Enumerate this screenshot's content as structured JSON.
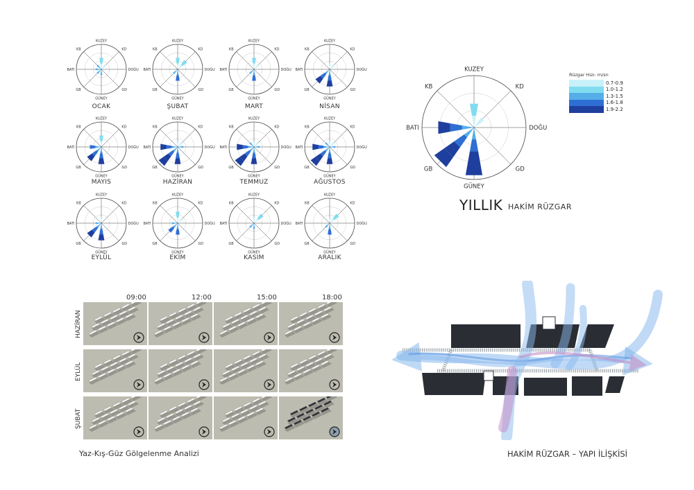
{
  "rose_labels": {
    "n": "KUZEY",
    "ne": "KD",
    "e": "DOĞU",
    "se": "GD",
    "s": "GÜNEY",
    "sw": "GB",
    "w": "BATI",
    "nw": "KB"
  },
  "months": [
    {
      "name": "OCAK",
      "petals": [
        2,
        1,
        0,
        0,
        1,
        1,
        1,
        1
      ]
    },
    {
      "name": "ŞUBAT",
      "petals": [
        2,
        2,
        0,
        0,
        2,
        1,
        0,
        0
      ]
    },
    {
      "name": "MART",
      "petals": [
        2,
        1,
        0,
        0,
        2,
        1,
        0,
        0
      ]
    },
    {
      "name": "NİSAN",
      "petals": [
        1,
        1,
        0,
        0,
        3,
        3,
        0,
        0
      ]
    },
    {
      "name": "MAYIS",
      "petals": [
        2,
        0,
        0,
        0,
        3,
        3,
        2,
        0
      ]
    },
    {
      "name": "HAZİRAN",
      "petals": [
        1,
        1,
        1,
        0,
        3,
        4,
        3,
        0
      ]
    },
    {
      "name": "TEMMUZ",
      "petals": [
        1,
        1,
        1,
        0,
        3,
        4,
        3,
        1
      ]
    },
    {
      "name": "AĞUSTOS",
      "petals": [
        1,
        1,
        1,
        0,
        3,
        4,
        3,
        1
      ]
    },
    {
      "name": "EYLÜL",
      "petals": [
        1,
        0,
        0,
        0,
        3,
        3,
        1,
        0
      ]
    },
    {
      "name": "EKİM",
      "petals": [
        2,
        1,
        0,
        0,
        2,
        2,
        1,
        0
      ]
    },
    {
      "name": "KASIM",
      "petals": [
        1,
        2,
        0,
        0,
        1,
        1,
        0,
        0
      ]
    },
    {
      "name": "ARALIK",
      "petals": [
        1,
        2,
        0,
        0,
        2,
        1,
        0,
        0
      ]
    }
  ],
  "annual": {
    "title": "YILLIK",
    "subtitle": "HAKİM RÜZGAR",
    "petals": [
      2,
      1,
      0,
      0,
      4,
      4,
      3,
      0
    ]
  },
  "legend": {
    "title": "Rüzgar Hızı: m/sn",
    "items": [
      {
        "label": "0.7-0.9",
        "color": "#c9f1f9"
      },
      {
        "label": "1.0-1.2",
        "color": "#82dcf0"
      },
      {
        "label": "1.3-1.5",
        "color": "#56aee8"
      },
      {
        "label": "1.6-1.8",
        "color": "#2f6fd4"
      },
      {
        "label": "1.9-2.2",
        "color": "#1f3f9e"
      }
    ]
  },
  "shadow": {
    "times": [
      "09:00",
      "12:00",
      "15:00",
      "18:00"
    ],
    "seasons": [
      "HAZİRAN",
      "EYLÜL",
      "ŞUBAT"
    ],
    "caption": "Yaz-Kış-Güz Gölgelenme Analizi"
  },
  "relation_caption": "HAKİM RÜZGAR – YAPI İLİŞKİSİ"
}
